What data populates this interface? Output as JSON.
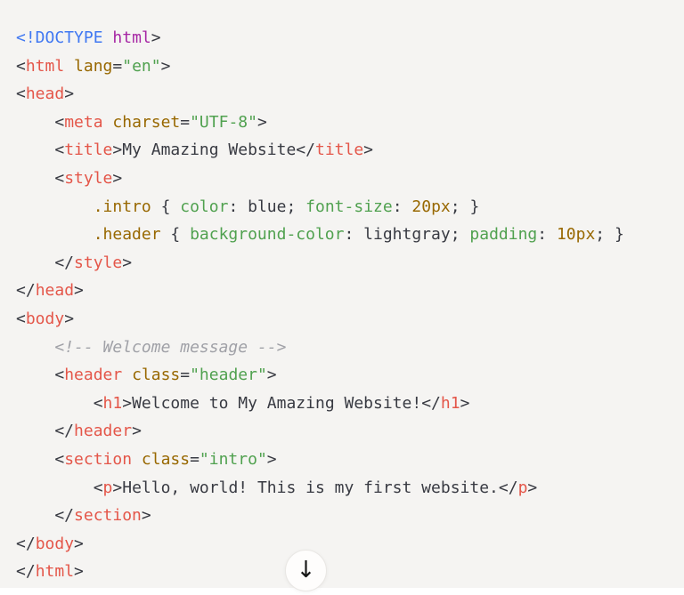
{
  "theme": {
    "code_background": "#f5f4f2",
    "page_background": "#ffffff",
    "token_colors": {
      "plain": "#383a42",
      "tag": "#e45649",
      "attr": "#986801",
      "selector": "#986801",
      "number": "#986801",
      "string": "#50a14f",
      "property": "#50a14f",
      "keyword": "#4078f2",
      "doctype_name": "#a626a4",
      "comment": "#a0a1a7"
    },
    "button_background": "#fefdfc",
    "button_border": "#e9e7e4",
    "arrow_color": "#161616"
  },
  "scroll_button": {
    "glyph": "↓"
  },
  "code": {
    "lines": [
      {
        "tokens": [
          {
            "t": "<!DOCTYPE",
            "c": "keyword"
          },
          {
            "t": " ",
            "c": "plain"
          },
          {
            "t": "html",
            "c": "doctype_name"
          },
          {
            "t": ">",
            "c": "plain"
          }
        ]
      },
      {
        "tokens": [
          {
            "t": "<",
            "c": "plain"
          },
          {
            "t": "html",
            "c": "tag"
          },
          {
            "t": " ",
            "c": "plain"
          },
          {
            "t": "lang",
            "c": "attr"
          },
          {
            "t": "=",
            "c": "plain"
          },
          {
            "t": "\"en\"",
            "c": "string"
          },
          {
            "t": ">",
            "c": "plain"
          }
        ]
      },
      {
        "tokens": [
          {
            "t": "<",
            "c": "plain"
          },
          {
            "t": "head",
            "c": "tag"
          },
          {
            "t": ">",
            "c": "plain"
          }
        ]
      },
      {
        "tokens": [
          {
            "t": "    <",
            "c": "plain"
          },
          {
            "t": "meta",
            "c": "tag"
          },
          {
            "t": " ",
            "c": "plain"
          },
          {
            "t": "charset",
            "c": "attr"
          },
          {
            "t": "=",
            "c": "plain"
          },
          {
            "t": "\"UTF-8\"",
            "c": "string"
          },
          {
            "t": ">",
            "c": "plain"
          }
        ]
      },
      {
        "tokens": [
          {
            "t": "    <",
            "c": "plain"
          },
          {
            "t": "title",
            "c": "tag"
          },
          {
            "t": ">",
            "c": "plain"
          },
          {
            "t": "My Amazing Website",
            "c": "plain"
          },
          {
            "t": "</",
            "c": "plain"
          },
          {
            "t": "title",
            "c": "tag"
          },
          {
            "t": ">",
            "c": "plain"
          }
        ]
      },
      {
        "tokens": [
          {
            "t": "    <",
            "c": "plain"
          },
          {
            "t": "style",
            "c": "tag"
          },
          {
            "t": ">",
            "c": "plain"
          }
        ]
      },
      {
        "tokens": [
          {
            "t": "        ",
            "c": "plain"
          },
          {
            "t": ".intro",
            "c": "selector"
          },
          {
            "t": " { ",
            "c": "plain"
          },
          {
            "t": "color",
            "c": "property"
          },
          {
            "t": ": ",
            "c": "plain"
          },
          {
            "t": "blue",
            "c": "plain"
          },
          {
            "t": "; ",
            "c": "plain"
          },
          {
            "t": "font-size",
            "c": "property"
          },
          {
            "t": ": ",
            "c": "plain"
          },
          {
            "t": "20px",
            "c": "number"
          },
          {
            "t": "; }",
            "c": "plain"
          }
        ]
      },
      {
        "tokens": [
          {
            "t": "        ",
            "c": "plain"
          },
          {
            "t": ".header",
            "c": "selector"
          },
          {
            "t": " { ",
            "c": "plain"
          },
          {
            "t": "background-color",
            "c": "property"
          },
          {
            "t": ": ",
            "c": "plain"
          },
          {
            "t": "lightgray",
            "c": "plain"
          },
          {
            "t": "; ",
            "c": "plain"
          },
          {
            "t": "padding",
            "c": "property"
          },
          {
            "t": ": ",
            "c": "plain"
          },
          {
            "t": "10px",
            "c": "number"
          },
          {
            "t": "; }",
            "c": "plain"
          }
        ]
      },
      {
        "tokens": [
          {
            "t": "    </",
            "c": "plain"
          },
          {
            "t": "style",
            "c": "tag"
          },
          {
            "t": ">",
            "c": "plain"
          }
        ]
      },
      {
        "tokens": [
          {
            "t": "</",
            "c": "plain"
          },
          {
            "t": "head",
            "c": "tag"
          },
          {
            "t": ">",
            "c": "plain"
          }
        ]
      },
      {
        "tokens": [
          {
            "t": "<",
            "c": "plain"
          },
          {
            "t": "body",
            "c": "tag"
          },
          {
            "t": ">",
            "c": "plain"
          }
        ]
      },
      {
        "tokens": [
          {
            "t": "    ",
            "c": "plain"
          },
          {
            "t": "<!-- Welcome message -->",
            "c": "comment"
          }
        ]
      },
      {
        "tokens": [
          {
            "t": "    <",
            "c": "plain"
          },
          {
            "t": "header",
            "c": "tag"
          },
          {
            "t": " ",
            "c": "plain"
          },
          {
            "t": "class",
            "c": "attr"
          },
          {
            "t": "=",
            "c": "plain"
          },
          {
            "t": "\"header\"",
            "c": "string"
          },
          {
            "t": ">",
            "c": "plain"
          }
        ]
      },
      {
        "tokens": [
          {
            "t": "        <",
            "c": "plain"
          },
          {
            "t": "h1",
            "c": "tag"
          },
          {
            "t": ">",
            "c": "plain"
          },
          {
            "t": "Welcome to My Amazing Website!",
            "c": "plain"
          },
          {
            "t": "</",
            "c": "plain"
          },
          {
            "t": "h1",
            "c": "tag"
          },
          {
            "t": ">",
            "c": "plain"
          }
        ]
      },
      {
        "tokens": [
          {
            "t": "    </",
            "c": "plain"
          },
          {
            "t": "header",
            "c": "tag"
          },
          {
            "t": ">",
            "c": "plain"
          }
        ]
      },
      {
        "tokens": [
          {
            "t": "    <",
            "c": "plain"
          },
          {
            "t": "section",
            "c": "tag"
          },
          {
            "t": " ",
            "c": "plain"
          },
          {
            "t": "class",
            "c": "attr"
          },
          {
            "t": "=",
            "c": "plain"
          },
          {
            "t": "\"intro\"",
            "c": "string"
          },
          {
            "t": ">",
            "c": "plain"
          }
        ]
      },
      {
        "tokens": [
          {
            "t": "        <",
            "c": "plain"
          },
          {
            "t": "p",
            "c": "tag"
          },
          {
            "t": ">",
            "c": "plain"
          },
          {
            "t": "Hello, world! This is my first website.",
            "c": "plain"
          },
          {
            "t": "</",
            "c": "plain"
          },
          {
            "t": "p",
            "c": "tag"
          },
          {
            "t": ">",
            "c": "plain"
          }
        ]
      },
      {
        "tokens": [
          {
            "t": "    </",
            "c": "plain"
          },
          {
            "t": "section",
            "c": "tag"
          },
          {
            "t": ">",
            "c": "plain"
          }
        ]
      },
      {
        "tokens": [
          {
            "t": "</",
            "c": "plain"
          },
          {
            "t": "body",
            "c": "tag"
          },
          {
            "t": ">",
            "c": "plain"
          }
        ]
      },
      {
        "tokens": [
          {
            "t": "</",
            "c": "plain"
          },
          {
            "t": "html",
            "c": "tag"
          },
          {
            "t": ">",
            "c": "plain"
          }
        ]
      }
    ]
  }
}
